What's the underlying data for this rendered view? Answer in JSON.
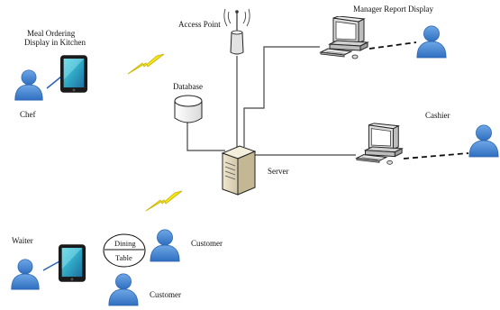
{
  "labels": {
    "kitchen_display": [
      "Meal Ordering",
      "Display in Kitchen"
    ],
    "chef": "Chef",
    "access_point": "Access Point",
    "manager_display": "Manager Report Display",
    "database": "Database",
    "cashier": "Cashier",
    "server": "Server",
    "waiter": "Waiter",
    "dining_table": [
      "Dining",
      "Table"
    ],
    "customer_right": "Customer",
    "customer_bottom": "Customer"
  },
  "colors": {
    "person": "#3f7fd0",
    "person_stroke": "#2a62ad",
    "line": "#444444",
    "tablet_screen": "#3fb0c8",
    "lightning": "#f2e21a"
  },
  "icons": [
    "tablet-icon",
    "person-icon",
    "lightning-icon",
    "antenna-icon",
    "computer-icon",
    "database-icon",
    "server-icon"
  ]
}
